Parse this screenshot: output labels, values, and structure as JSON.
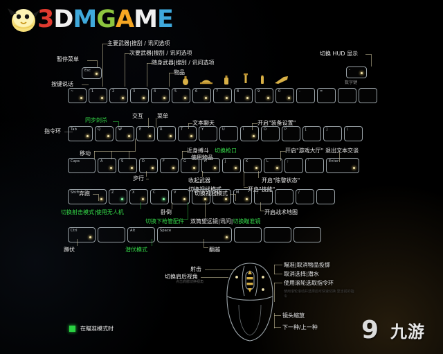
{
  "brand": {
    "mark": "chick-logo",
    "text_parts": [
      "3",
      "D",
      "M",
      "G",
      "A",
      "M",
      "E"
    ],
    "full": "3DMGAME"
  },
  "watermark": {
    "glyph": "9",
    "text": "九游"
  },
  "legend": {
    "swatch_color": "#2ad142",
    "label": "在瞄准模式时"
  },
  "labels": {
    "pause_menu": "暂停菜单",
    "push_to_talk": "按键说话",
    "primary_weapon": "主要武器|搜刮 / 讯问选项",
    "secondary_weapon": "次要武器|搜刮 / 讯问选项",
    "sidearm": "随身武器|搜刮 / 讯问选项",
    "items": "物品",
    "toggle_hud": "切换 HUD 显示",
    "numpad": "数字键",
    "command_wheel": "指令环",
    "sync_kill": "同步刺杀",
    "interact": "交互",
    "menu": "菜单",
    "text_chat": "文本聊天",
    "open_gear_settings": "开启\"装备设置\"",
    "exit_text_chat": "退出文本交谈",
    "move": "移动",
    "walk": "步行",
    "melee": "近身搏斗",
    "toggle_muzzle": "切换枪口",
    "use_item": "使用物品",
    "holster_weapon": "收起武器",
    "toggle_vision_mode": "切换视线模式",
    "open_skill": "开启\"技能\"",
    "open_game_lobby": "开启\"游戏大厅\"",
    "open_alert_state": "开启\"陈警状态\"",
    "sprint": "奔跑",
    "toggle_fire_mode": "切换射击模式|使用无人机",
    "prone": "卧倒",
    "toggle_underbarrel": "切换下枪管配件",
    "binoculars": "双筒望远镜|讯问|",
    "toggle_scope": "切换瞄准镜",
    "open_tactical_map": "开启战术地图",
    "crouch": "蹲伏",
    "stealth_mode": "潜伏模式",
    "vault": "翻越",
    "fire": "射击",
    "toggle_shoulder_view": "切换肩后视角",
    "toggle_shoulder_view_sub": "点击肩膀切换视角",
    "aim_cancel_throw": "瞄准|取消物品投掷",
    "cancel_select_dive": "取消选择|潜水",
    "use_wheel_command_ring": "使用滚轮选取指令环",
    "wheel_sub": "使用滚轮滚动并选择后可快速切换\n至当前的指令",
    "camera_zoom": "镜头缩放",
    "next_item": "下一种/上一种"
  },
  "keyboard": {
    "row_numbers": [
      {
        "cap": "~",
        "dot": "r"
      },
      {
        "cap": "1",
        "dot": "r"
      },
      {
        "cap": "2",
        "dot": "r"
      },
      {
        "cap": "3",
        "dot": "r"
      },
      {
        "cap": "4",
        "dot": "r"
      },
      {
        "cap": "5",
        "dot": "r"
      },
      {
        "cap": "6",
        "dot": "r"
      },
      {
        "cap": "7",
        "dot": "r"
      },
      {
        "cap": "8",
        "dot": "r"
      },
      {
        "cap": "9",
        "dot": "r"
      },
      {
        "cap": "0",
        "dot": "r"
      },
      {
        "cap": "-",
        "dot": ""
      },
      {
        "cap": "=",
        "dot": ""
      },
      {
        "cap": "",
        "dot": ""
      },
      {
        "cap": "",
        "dot": ""
      }
    ],
    "row_qwerty": [
      {
        "cap": "Tab",
        "dot": "r"
      },
      {
        "cap": "Q",
        "dot": "r"
      },
      {
        "cap": "W",
        "dot": "r"
      },
      {
        "cap": "E",
        "dot": "r"
      },
      {
        "cap": "R",
        "dot": "r"
      },
      {
        "cap": "T",
        "dot": "r"
      },
      {
        "cap": "Y",
        "dot": ""
      },
      {
        "cap": "U",
        "dot": ""
      },
      {
        "cap": "I",
        "dot": "r"
      },
      {
        "cap": "O",
        "dot": ""
      },
      {
        "cap": "P",
        "dot": ""
      },
      {
        "cap": "[",
        "dot": ""
      },
      {
        "cap": "]",
        "dot": ""
      },
      {
        "cap": "\\",
        "dot": ""
      }
    ],
    "row_asdf": [
      {
        "cap": "Caps",
        "dot": ""
      },
      {
        "cap": "A",
        "dot": "r"
      },
      {
        "cap": "S",
        "dot": "r"
      },
      {
        "cap": "D",
        "dot": "r"
      },
      {
        "cap": "F",
        "dot": "r"
      },
      {
        "cap": "G",
        "dot": "r"
      },
      {
        "cap": "H",
        "dot": "r"
      },
      {
        "cap": "J",
        "dot": "r"
      },
      {
        "cap": "K",
        "dot": "r"
      },
      {
        "cap": "L",
        "dot": "r"
      },
      {
        "cap": ";",
        "dot": ""
      },
      {
        "cap": "'",
        "dot": ""
      },
      {
        "cap": "Enter",
        "dot": "r"
      }
    ],
    "row_zxcv": [
      {
        "cap": "Shift",
        "dot": "r"
      },
      {
        "cap": "Z",
        "dot": "r"
      },
      {
        "cap": "X",
        "dot": "r"
      },
      {
        "cap": "C",
        "dot": "r"
      },
      {
        "cap": "V",
        "dot": "r"
      },
      {
        "cap": "B",
        "dot": "r"
      },
      {
        "cap": "N",
        "dot": "r"
      },
      {
        "cap": "M",
        "dot": "r"
      },
      {
        "cap": ",",
        "dot": ""
      },
      {
        "cap": ".",
        "dot": ""
      },
      {
        "cap": "/",
        "dot": ""
      },
      {
        "cap": "",
        "dot": ""
      }
    ],
    "row_bottom": [
      {
        "cap": "Ctrl",
        "dot": "r"
      },
      {
        "cap": "",
        "dot": ""
      },
      {
        "cap": "Alt",
        "dot": ""
      },
      {
        "cap": "Space",
        "dot": "r"
      },
      {
        "cap": "",
        "dot": ""
      },
      {
        "cap": "",
        "dot": ""
      },
      {
        "cap": "",
        "dot": ""
      }
    ],
    "esc_key": {
      "cap": "Esc",
      "dot": "r"
    },
    "hud_key": {
      "cap": "-",
      "dot": "r"
    }
  }
}
